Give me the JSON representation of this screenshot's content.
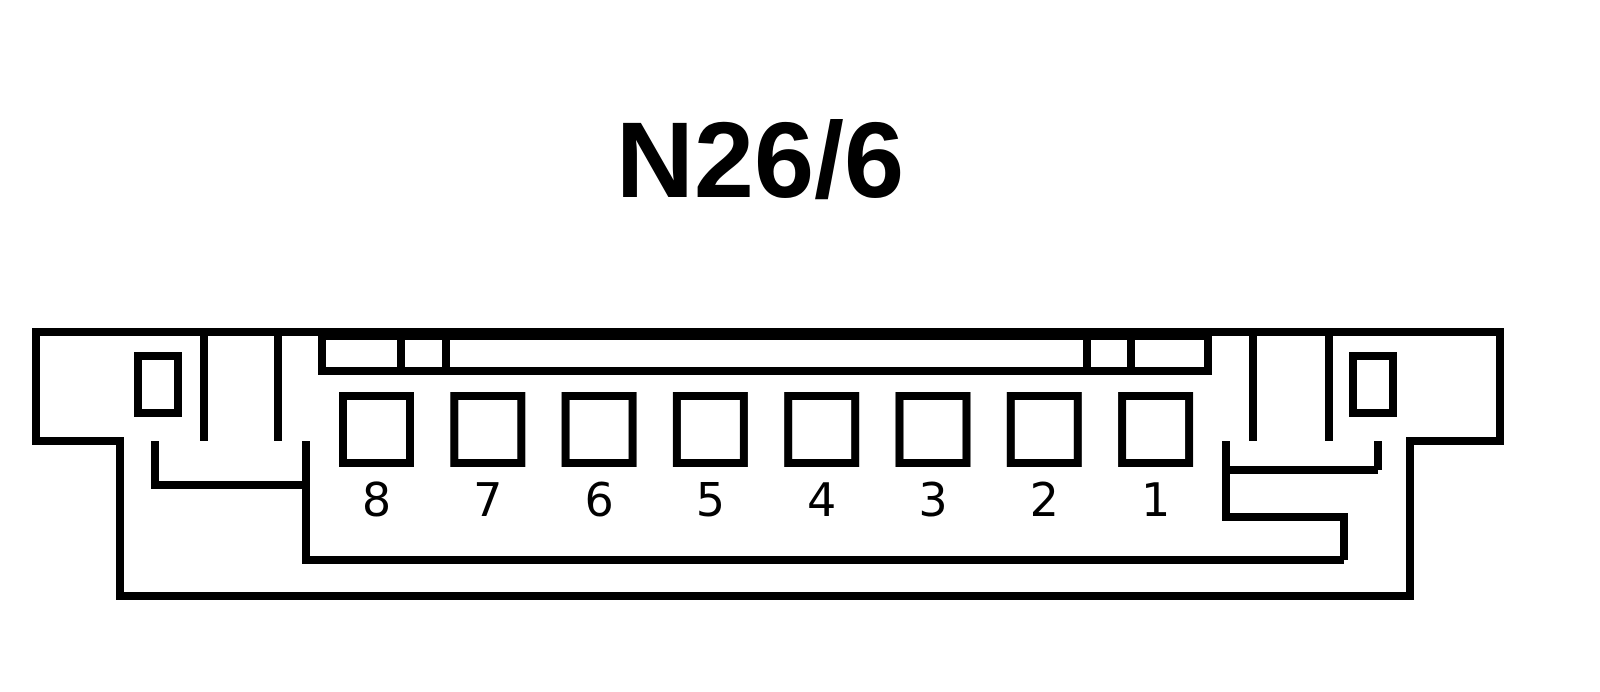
{
  "title": "N26/6",
  "pins": [
    "8",
    "7",
    "6",
    "5",
    "4",
    "3",
    "2",
    "1"
  ]
}
